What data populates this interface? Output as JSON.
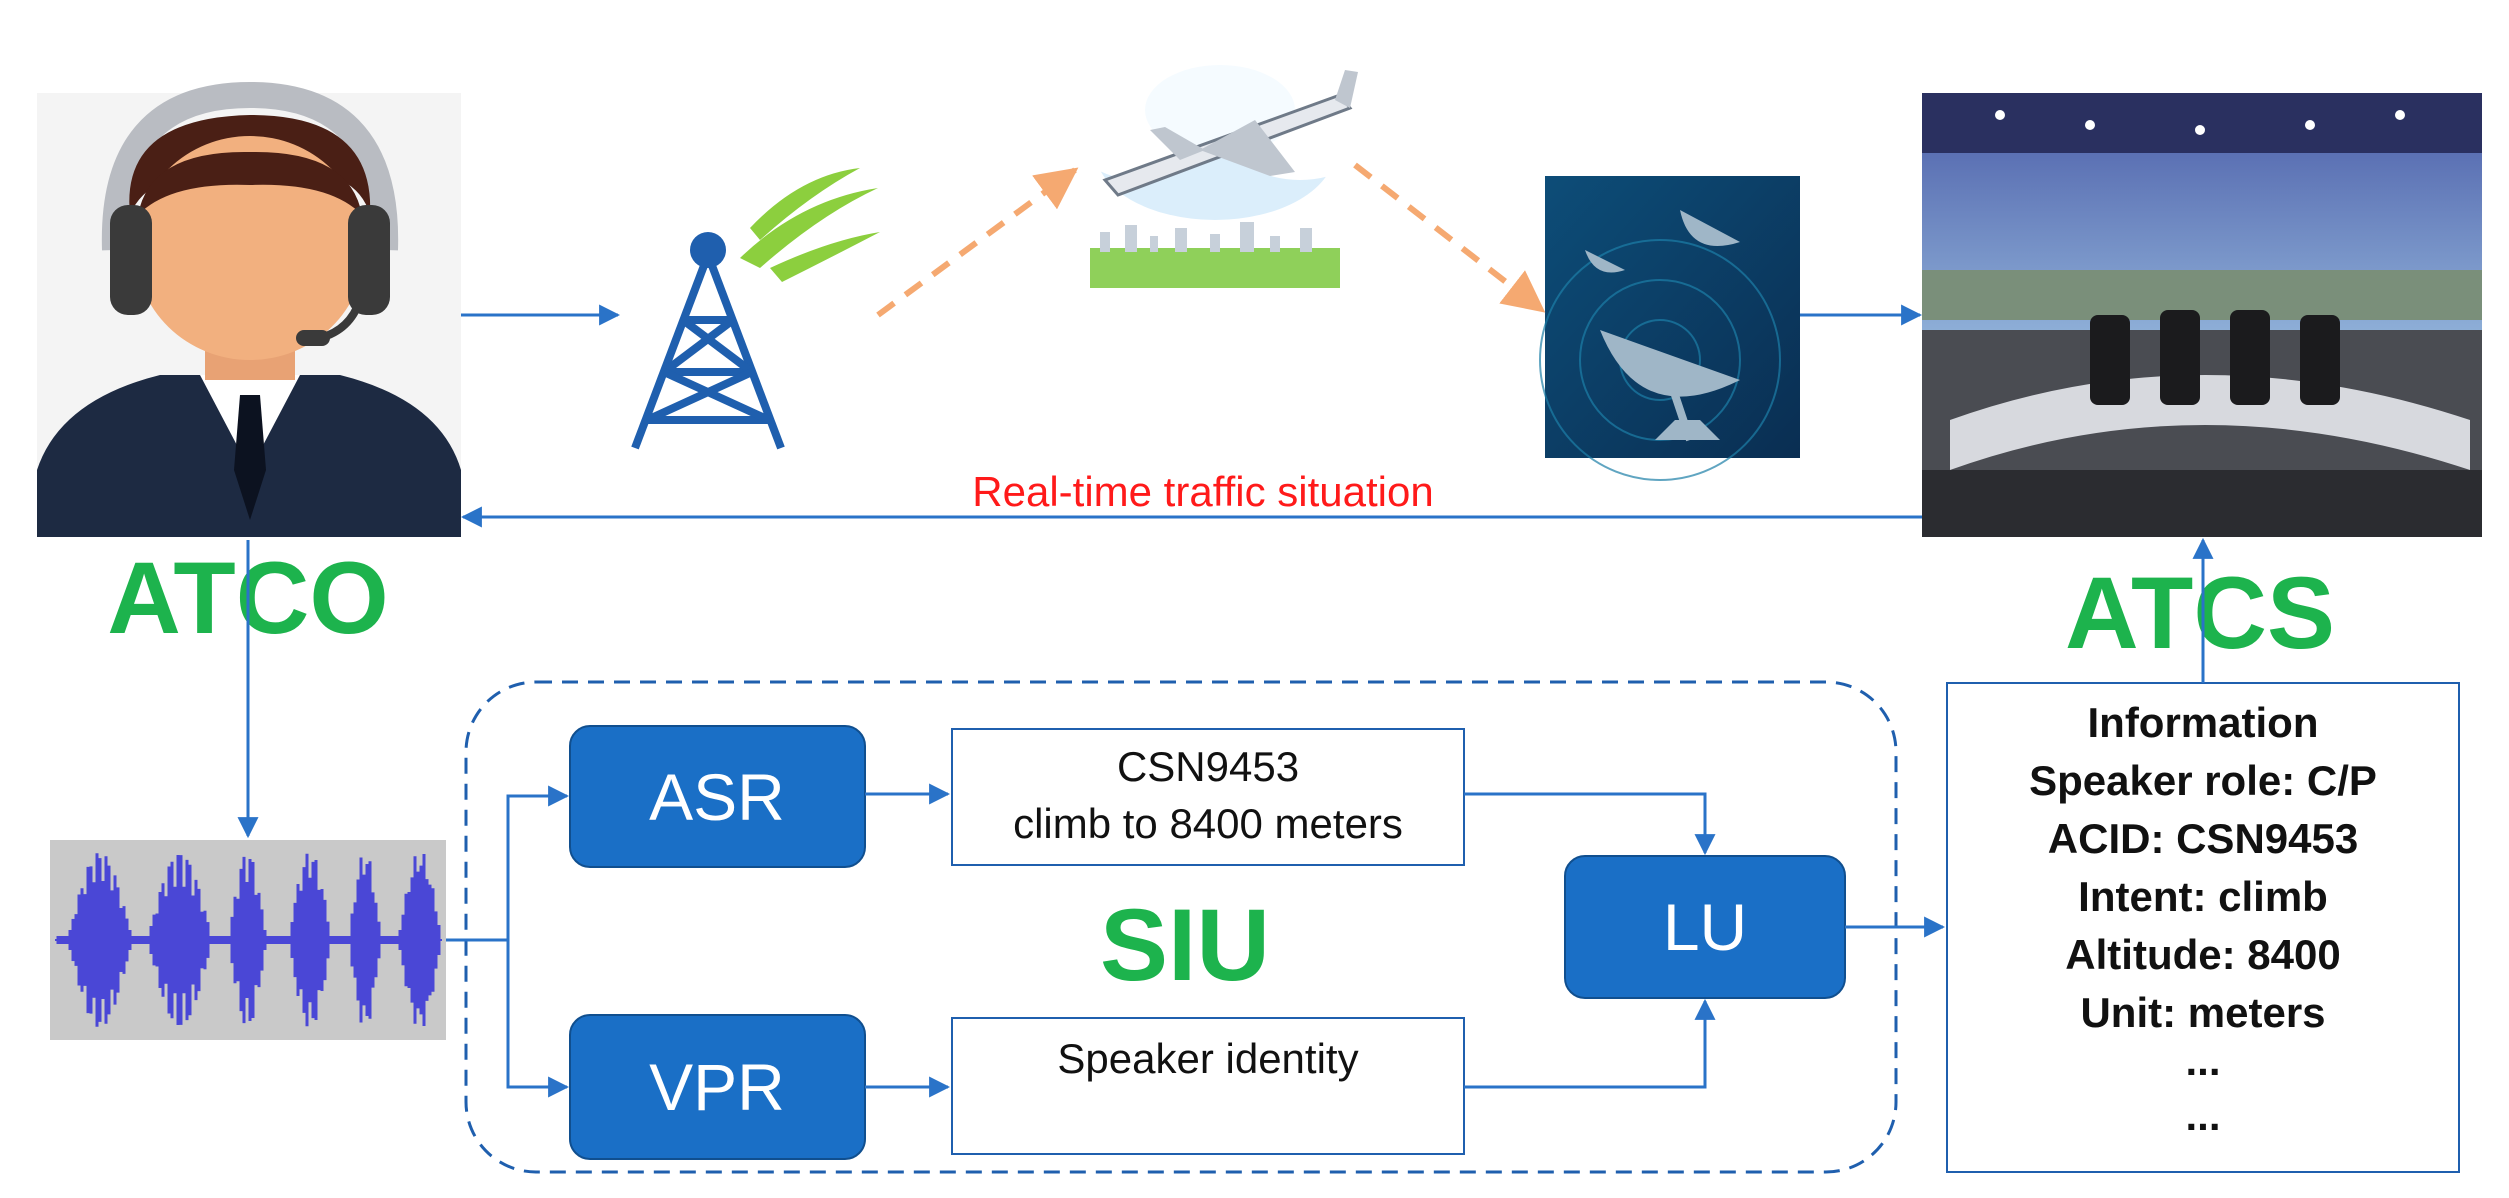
{
  "labels": {
    "atco": "ATCO",
    "atcs": "ATCS",
    "siu": "SIU",
    "realtime": "Real-time traffic situation"
  },
  "modules": {
    "asr": "ASR",
    "vpr": "VPR",
    "lu": "LU"
  },
  "asr_output": {
    "line1": "CSN9453",
    "line2": "climb to 8400 meters"
  },
  "vpr_output": {
    "line1": "Speaker identity"
  },
  "info_panel": {
    "lines": [
      "Information",
      "Speaker role: C/P",
      "ACID: CSN9453",
      "Intent: climb",
      "Altitude: 8400",
      "Unit: meters",
      "...",
      "..."
    ]
  },
  "colors": {
    "module_fill": "#1a6fc6",
    "arrow": "#2a73c8",
    "dashed_orange": "#f5a971",
    "label_green": "#1db34d",
    "label_red": "#ff1a1a"
  },
  "icons": {
    "atco": "controller-avatar-icon",
    "tower": "radio-tower-icon",
    "aircraft": "aircraft-icon",
    "radar": "radar-dish-icon",
    "control_room": "control-room-image",
    "waveform": "speech-waveform-icon"
  }
}
